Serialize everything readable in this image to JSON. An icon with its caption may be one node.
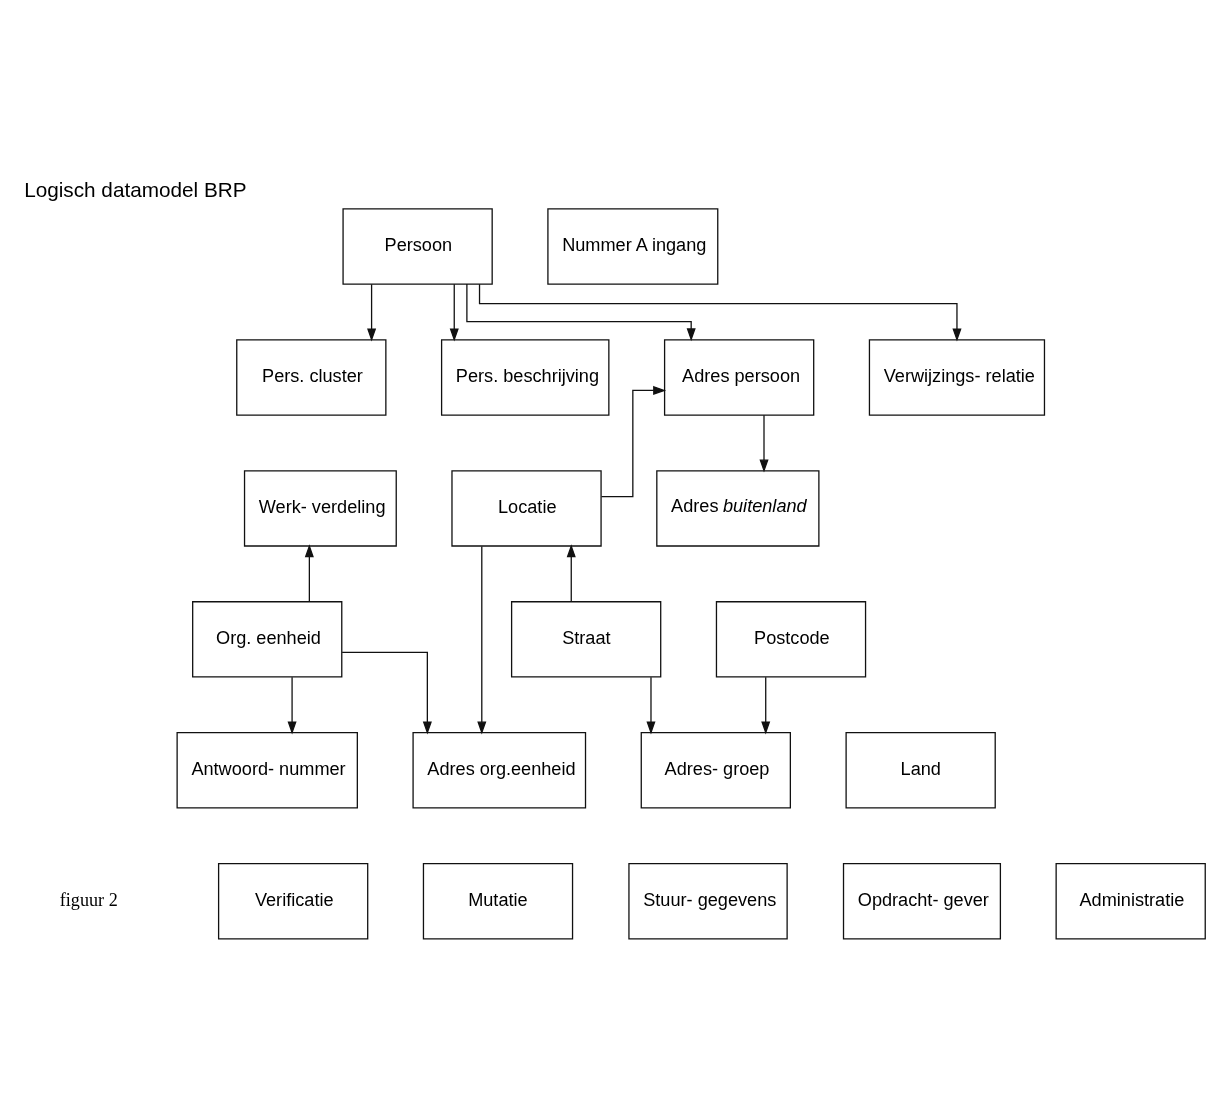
{
  "diagram": {
    "title": "Logisch datamodel BRP",
    "nodes": [
      {
        "text": [
          "Persoon"
        ]
      },
      {
        "text": [
          "Nummer A ingang"
        ]
      },
      {
        "text": [
          "Pers. cluster"
        ]
      },
      {
        "text": [
          "Pers. beschrijving"
        ]
      },
      {
        "text": [
          "Adres persoon"
        ]
      },
      {
        "text": [
          "Verwijzings- relatie"
        ]
      },
      {
        "text": [
          "Werk- verdeling"
        ]
      },
      {
        "text": [
          "Locatie"
        ]
      },
      {
        "text": [
          "Adres *buitenland*"
        ]
      },
      {
        "text": [
          "Org. eenheid"
        ]
      },
      {
        "text": [
          "Straat"
        ]
      },
      {
        "text": [
          "Postcode"
        ]
      },
      {
        "text": [
          "Antwoord- nummer"
        ]
      },
      {
        "text": [
          "Adres org.eenheid"
        ]
      },
      {
        "text": [
          "Adres- groep"
        ]
      },
      {
        "text": [
          "Land"
        ]
      },
      {
        "text": [
          "Verificatie"
        ]
      },
      {
        "text": [
          "Mutatie"
        ]
      },
      {
        "text": [
          "Stuur- gegevens"
        ]
      },
      {
        "text": [
          "Opdracht- gever"
        ]
      },
      {
        "text": [
          "Administratie"
        ]
      }
    ],
    "edges": [
      {
        "from": 0,
        "to": 2,
        "arrow": "to"
      },
      {
        "from": 0,
        "to": 3,
        "arrow": "to"
      },
      {
        "from": 0,
        "to": 4,
        "arrow": "to"
      },
      {
        "from": 0,
        "to": 5,
        "arrow": "to"
      },
      {
        "from": 4,
        "to": 8,
        "arrow": "to"
      },
      {
        "from": 7,
        "to": 4,
        "arrow": "to"
      },
      {
        "from": 10,
        "to": 7,
        "arrow": "to"
      },
      {
        "from": 9,
        "to": 6,
        "arrow": "to"
      },
      {
        "from": 9,
        "to": 12,
        "arrow": "to"
      },
      {
        "from": 9,
        "to": 13,
        "arrow": "to"
      },
      {
        "from": 7,
        "to": 13,
        "arrow": "to"
      },
      {
        "from": 10,
        "to": 14,
        "arrow": "to"
      },
      {
        "from": 11,
        "to": 14,
        "arrow": "to"
      }
    ],
    "labels": [
      "figuur 2"
    ]
  }
}
